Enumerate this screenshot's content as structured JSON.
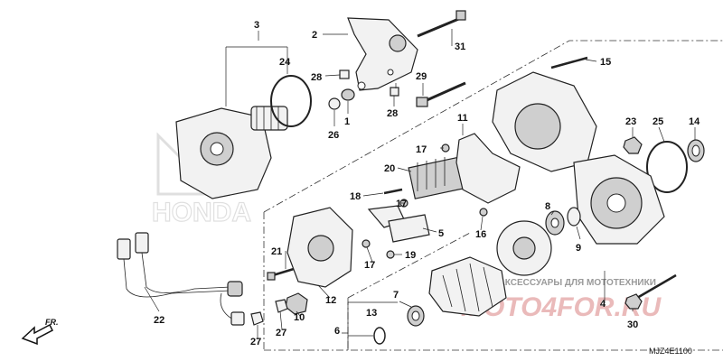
{
  "watermark": {
    "brand": "HONDA",
    "caption": "ЗАПЧАСТИ АКСЕССУАРЫ ДЛЯ МОТОТЕХНИКИ",
    "site": "MOTO4FOR.RU"
  },
  "direction_label": "FR.",
  "diagram_code": "MJZ4E1100",
  "callouts": {
    "n1": "1",
    "n2": "2",
    "n3": "3",
    "n4": "4",
    "n5": "5",
    "n6": "6",
    "n7": "7",
    "n8": "8",
    "n9": "9",
    "n10": "10",
    "n11": "11",
    "n12": "12",
    "n13": "13",
    "n14": "14",
    "n15": "15",
    "n16": "16",
    "n17a": "17",
    "n17b": "17",
    "n17c": "17",
    "n18": "18",
    "n19": "19",
    "n20": "20",
    "n21": "21",
    "n22": "22",
    "n23": "23",
    "n24": "24",
    "n25": "25",
    "n26": "26",
    "n27a": "27",
    "n27b": "27",
    "n28a": "28",
    "n28b": "28",
    "n29": "29",
    "n30": "30",
    "n31": "31"
  }
}
